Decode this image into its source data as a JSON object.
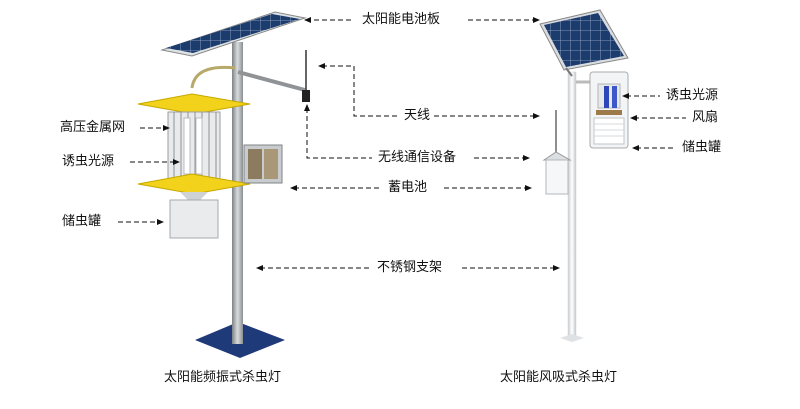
{
  "labels": {
    "solar_panel": "太阳能电池板",
    "antenna": "天线",
    "wireless_device": "无线通信设备",
    "battery": "蓄电池",
    "stainless_frame": "不锈钢支架",
    "hv_grid": "高压金属网",
    "lure_light_left": "诱虫光源",
    "bug_tank_left": "储虫罐",
    "lure_light_right": "诱虫光源",
    "fan": "风扇",
    "bug_tank_right": "储虫罐"
  },
  "captions": {
    "left": "太阳能频振式杀虫灯",
    "right": "太阳能风吸式杀虫灯"
  },
  "colors": {
    "tray_yellow": "#f2d21a",
    "panel_blue": "#1d3c6e",
    "pole_gray": "#a9adb0",
    "base_blue": "#1f3a78"
  }
}
